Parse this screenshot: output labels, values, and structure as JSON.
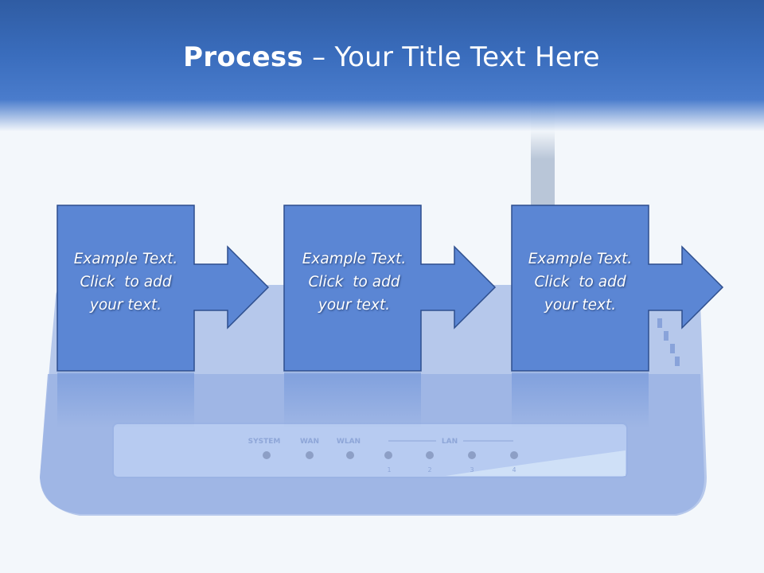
{
  "title": {
    "bold_part": "Process",
    "rest_part": " – Your Title Text Here"
  },
  "router_panel": {
    "labels": [
      "SYSTEM",
      "WAN",
      "WLAN"
    ],
    "lan_label": "LAN",
    "port_numbers": [
      "1",
      "2",
      "3",
      "4"
    ]
  },
  "steps": [
    {
      "line1": "Example Text.",
      "line2": "Click  to add",
      "line3": "your text."
    },
    {
      "line1": "Example Text.",
      "line2": "Click  to add",
      "line3": "your text."
    },
    {
      "line1": "Example Text.",
      "line2": "Click  to add",
      "line3": "your text."
    }
  ],
  "colors": {
    "header": "#3a6dbd",
    "step_fill": "#5b86d4",
    "step_border": "#2e4f8e",
    "background": "#f3f7fb"
  }
}
